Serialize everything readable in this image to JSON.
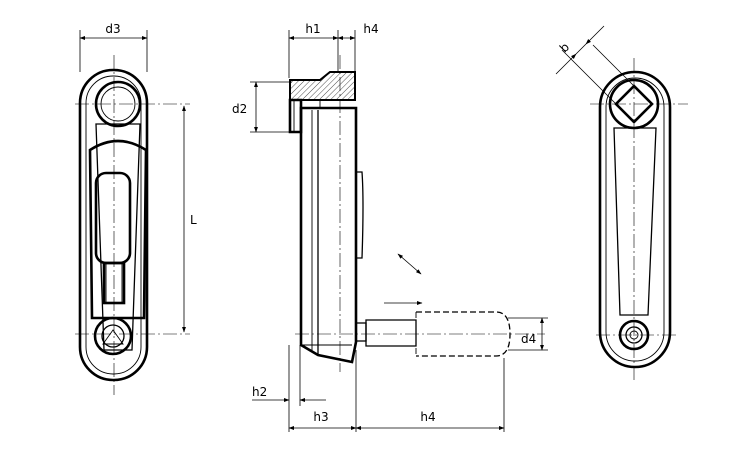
{
  "labels": {
    "d3": "d3",
    "h1": "h1",
    "h4_top": "h4",
    "d2": "d2",
    "L": "L",
    "b": "b",
    "d4": "d4",
    "h2": "h2",
    "h3": "h3",
    "h4_bottom": "h4"
  }
}
